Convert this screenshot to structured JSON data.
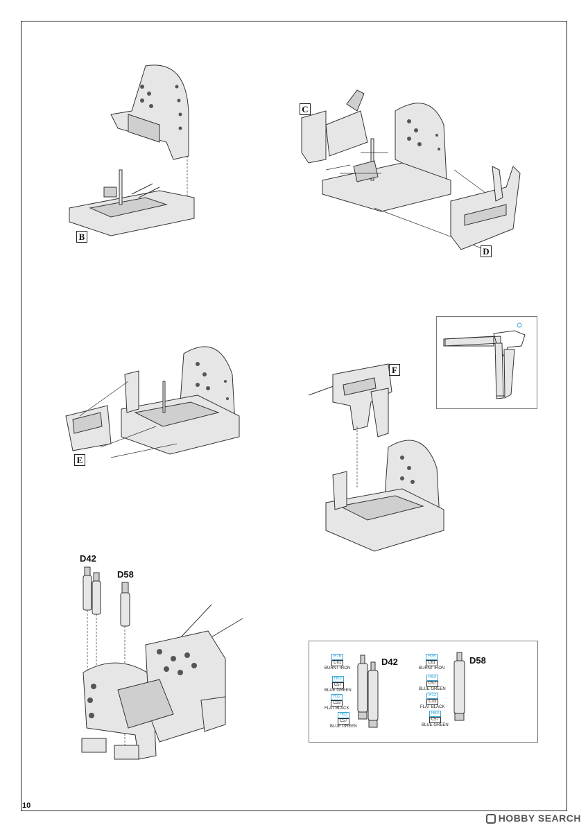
{
  "page": {
    "number": "10",
    "watermark": "HOBBY SEARCH"
  },
  "steps": {
    "b": "B",
    "c": "C",
    "d": "D",
    "e": "E",
    "f": "F"
  },
  "parts": {
    "d42": "D42",
    "d58": "D58"
  },
  "paint_guide": {
    "d42": {
      "label": "D42",
      "callouts": [
        {
          "h": "H76",
          "c": "C61",
          "name": "BURNT IRON"
        },
        {
          "h": "H63",
          "c": "C57",
          "name": "BLUE GREEN"
        },
        {
          "h": "H12",
          "c": "C33",
          "name": "FLAT BLACK"
        },
        {
          "h": "H63",
          "c": "C57",
          "name": "BLUE GREEN"
        }
      ]
    },
    "d58": {
      "label": "D58",
      "callouts": [
        {
          "h": "H76",
          "c": "C61",
          "name": "BURNT IRON"
        },
        {
          "h": "H63",
          "c": "C57",
          "name": "BLUE GREEN"
        },
        {
          "h": "H12",
          "c": "C33",
          "name": "FLAT BLACK"
        },
        {
          "h": "H63",
          "c": "C57",
          "name": "BLUE GREEN"
        }
      ]
    }
  },
  "colors": {
    "tamiya_h_outline": "#3aa7d8",
    "line": "#333333"
  }
}
